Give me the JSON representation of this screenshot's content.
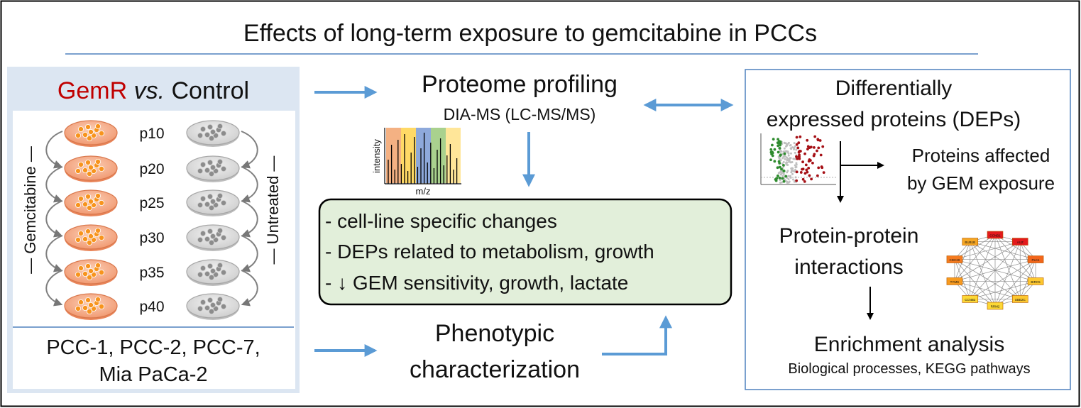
{
  "title": "Effects of long-term exposure to gemcitabine in PCCs",
  "comparison": {
    "gemr": "GemR",
    "vs": "vs.",
    "control": "Control",
    "left_label": "Gemcitabine",
    "right_label": "Untreated",
    "passages": [
      "p10",
      "p20",
      "p25",
      "p30",
      "p35",
      "p40"
    ],
    "cell_lines_line1": "PCC-1, PCC-2, PCC-7,",
    "cell_lines_line2": "Mia PaCa-2"
  },
  "proteome": {
    "title": "Proteome profiling",
    "subtitle": "DIA-MS (LC-MS/MS)",
    "spectrum_ylabel": "intensity",
    "spectrum_xlabel": "m/z"
  },
  "findings": [
    "- cell-line specific changes",
    "- DEPs related to metabolism, growth",
    "- ↓ GEM sensitivity, growth, lactate"
  ],
  "phenotypic": {
    "line1": "Phenotypic",
    "line2": "characterization"
  },
  "dep_panel": {
    "title_line1": "Differentially",
    "title_line2": "expressed proteins (DEPs)",
    "affected_line1": "Proteins affected",
    "affected_line2": "by GEM exposure",
    "ppi_line1": "Protein-protein",
    "ppi_line2": "interactions",
    "enrichment_title": "Enrichment analysis",
    "enrichment_sub": "Biological processes, KEGG pathways",
    "network_nodes": [
      "CCNB1",
      "AUZ",
      "PLK1",
      "BIRC5",
      "UBE2C",
      "RRM2",
      "CCNB2",
      "TYMS",
      "CDC20",
      "BUB1B"
    ]
  },
  "colors": {
    "arrow_blue": "#5B9BD5",
    "gemr_red": "#C00000",
    "header_fill": "#DCE6F2",
    "findings_fill": "#E2EFDA",
    "treated_dish": "#F4A582",
    "control_dish": "#D9D9D9"
  }
}
